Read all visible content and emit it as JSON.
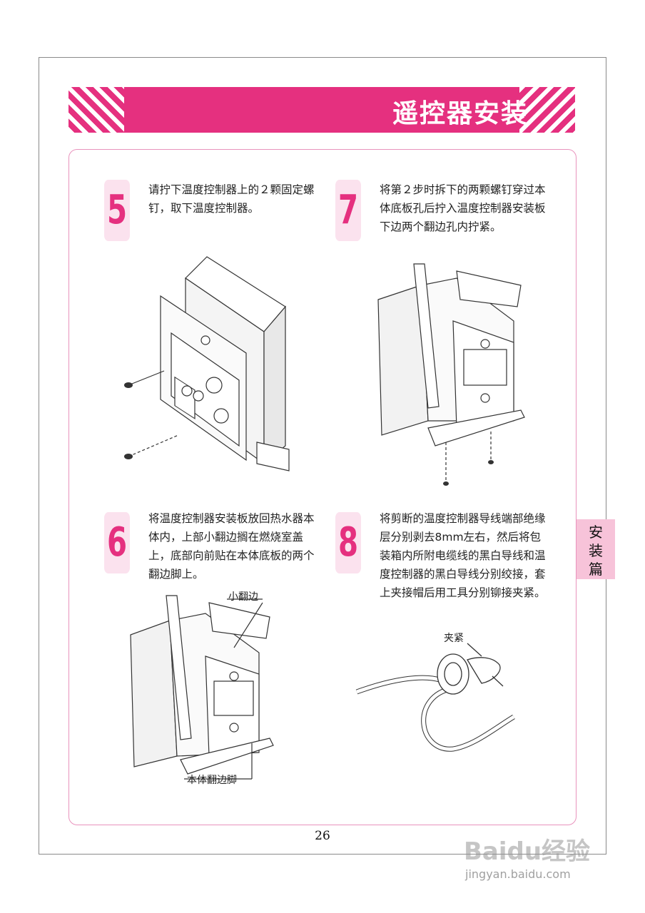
{
  "header": {
    "title": "遥控器安装"
  },
  "steps": [
    {
      "number": "5",
      "text": "请拧下温度控制器上的２颗固定螺钉，取下温度控制器。"
    },
    {
      "number": "7",
      "text": "将第２步时拆下的两颗螺钉穿过本体底板孔后拧入温度控制器安装板下边两个翻边孔内拧紧。"
    },
    {
      "number": "6",
      "text": "将温度控制器安装板放回热水器本体内，上部小翻边搁在燃烧室盖上，底部向前贴在本体底板的两个翻边脚上。"
    },
    {
      "number": "8",
      "text": "将剪断的温度控制器导线端部绝缘层分别剥去8mm左右，然后将包装箱内所附电缆线的黑白导线和温度控制器的黑白导线分别绞接，套上夹接帽后用工具分别铆接夹紧。"
    }
  ],
  "labels": {
    "small_flange": "小翻边",
    "body_flange_foot": "本体翻边脚",
    "clamp": "夹紧"
  },
  "side_tab": {
    "chars": [
      "安",
      "装",
      "篇"
    ]
  },
  "page_number": "26",
  "watermark": {
    "brand": "Baidu经验",
    "url": "jingyan.baidu.com"
  }
}
